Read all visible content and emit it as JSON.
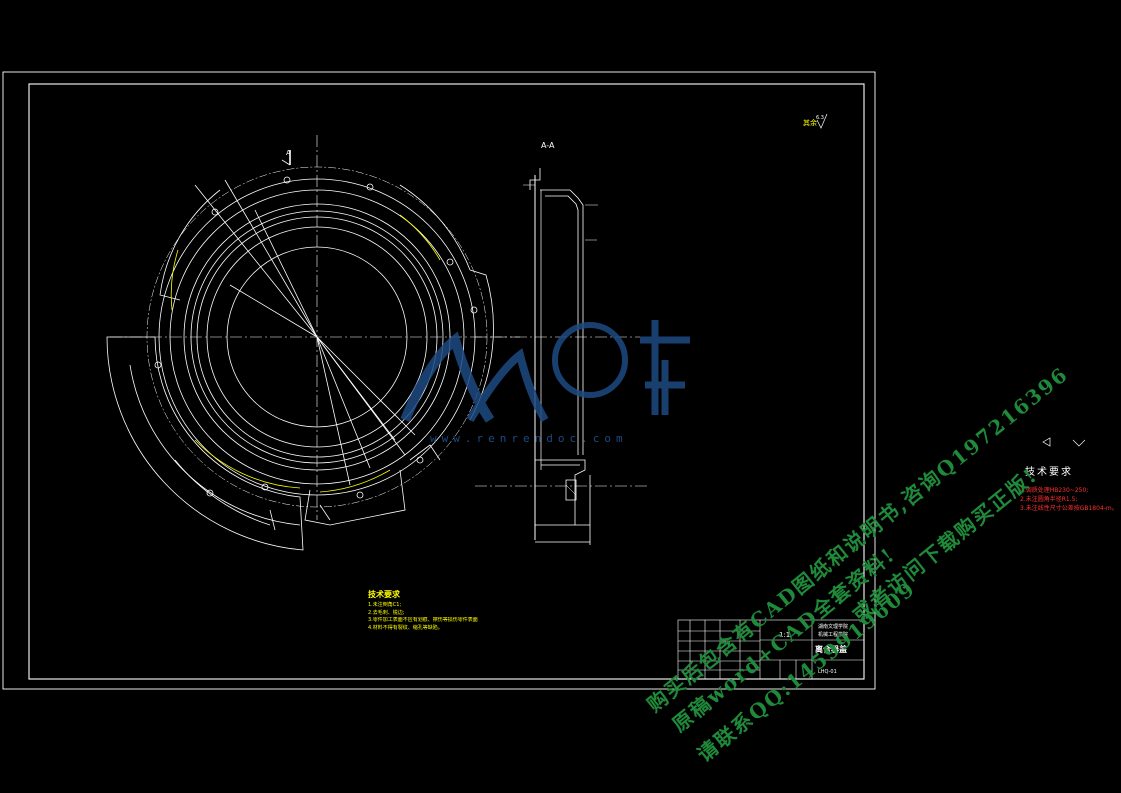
{
  "sheet": {
    "section_label": "A-A",
    "cut_marker": "A",
    "roughness_note": "其余",
    "roughness_value": "6.3"
  },
  "tech_requirements_right": {
    "title": "技术要求",
    "items": [
      "1.调质处理HB230~250;",
      "2.未注圆角半径R1.5;",
      "3.未注线性尺寸公差按GB1804-m。"
    ]
  },
  "tech_requirements_left": {
    "title": "技术要求",
    "items": [
      "1.未注倒角C1;",
      "2.去毛刺、锐边;",
      "3.零件加工表面不应有划痕、擦伤等损伤零件表面的缺陷;",
      "4.材料不得有裂纹、缩孔等缺陷。"
    ]
  },
  "title_block": {
    "part_name": "离合器盖",
    "school_line1": "湖南文理学院",
    "school_line2": "机械工程学院",
    "scale_label": "1:1",
    "drawing_no": "LHQ-01"
  },
  "logo": {
    "text": "人人文库",
    "url": "www.renrendoc.com"
  },
  "watermark": {
    "line1": "购买后包含有CAD图纸和说明书,咨询Q197216396",
    "line2": "原稿word+CAD全套资料!",
    "line3": "请联系QQ:1459919609",
    "line4": "或者访问下载购买正版!"
  },
  "colors": {
    "line": "#ffffff",
    "dim": "#ffffff",
    "yellow": "#ffff00",
    "red": "#ff3030",
    "green_wm": "#1f8a3a",
    "logo": "#1d4a82"
  }
}
